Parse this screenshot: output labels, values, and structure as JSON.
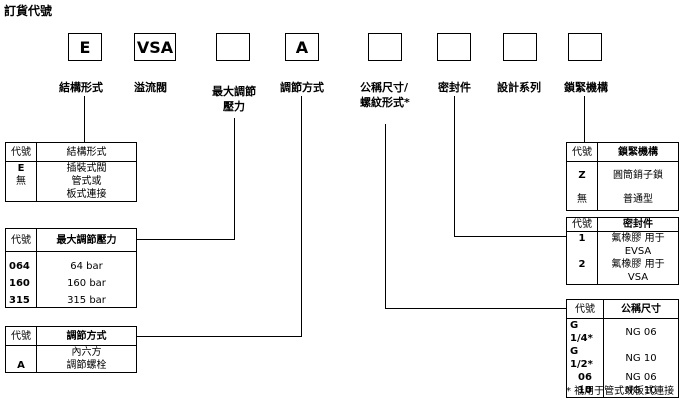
{
  "title": "訂貨代號",
  "code_boxes": [
    {
      "value": "E",
      "label": "結構形式"
    },
    {
      "value": "VSA",
      "label": "溢流閥"
    },
    {
      "value": "",
      "label": "最大調節\n壓力"
    },
    {
      "value": "A",
      "label": "調節方式"
    },
    {
      "value": "",
      "label": "公稱尺寸/\n螺紋形式*"
    },
    {
      "value": "",
      "label": "密封件"
    },
    {
      "value": "",
      "label": "設計系列"
    },
    {
      "value": "",
      "label": "鎖緊機構"
    }
  ],
  "table_structure": {
    "header": [
      "代號",
      "結構形式"
    ],
    "rows": [
      {
        "code": "E",
        "desc": "插裝式閥"
      },
      {
        "code": "無",
        "desc": "管式或\n板式連接"
      }
    ]
  },
  "table_pressure": {
    "header": [
      "代號",
      "最大調節壓力"
    ],
    "rows": [
      {
        "code": "064",
        "desc": "64 bar"
      },
      {
        "code": "160",
        "desc": "160 bar"
      },
      {
        "code": "315",
        "desc": "315 bar"
      }
    ]
  },
  "table_adjust": {
    "header": [
      "代號",
      "調節方式"
    ],
    "rows": [
      {
        "code": "A",
        "desc": "內六方\n調節螺栓"
      }
    ]
  },
  "table_lock": {
    "header": [
      "代號",
      "鎖緊機構"
    ],
    "rows": [
      {
        "code": "Z",
        "desc": "圓筒銷子鎖"
      },
      {
        "code": "無",
        "desc": "普通型"
      }
    ]
  },
  "table_seal": {
    "header": [
      "代號",
      "密封件"
    ],
    "rows": [
      {
        "code": "1",
        "desc": "氟橡膠 用于\nEVSA"
      },
      {
        "code": "2",
        "desc": "氟橡膠 用于\nVSA"
      }
    ]
  },
  "table_size": {
    "header": [
      "代號",
      "公稱尺寸"
    ],
    "rows": [
      {
        "code": "G 1/4*",
        "desc": "NG 06"
      },
      {
        "code": "G 1/2*",
        "desc": "NG 10"
      },
      {
        "code": "06",
        "desc": "NG 06"
      },
      {
        "code": "10",
        "desc": "NG 10"
      }
    ]
  },
  "footnote": "* 祗用于管式或板式連接"
}
